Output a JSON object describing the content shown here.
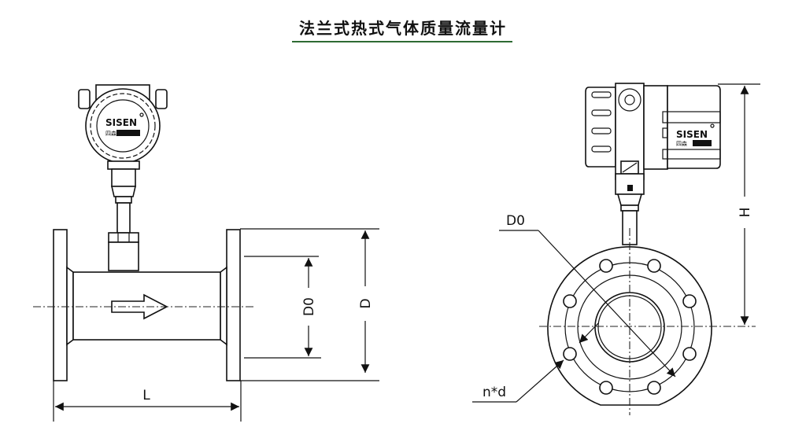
{
  "title": "法兰式热式气体质量流量计",
  "accent_color": "#2e6b33",
  "front_view": {
    "brand": "SISEN",
    "brand_sub": "四森",
    "dimensions": {
      "length": "L",
      "outer_diameter": "D",
      "inner_diameter": "D0"
    }
  },
  "side_view": {
    "brand": "SISEN",
    "brand_sub": "四森",
    "dimensions": {
      "height": "H",
      "inner_diameter": "D0",
      "bolt_holes": "n*d"
    }
  }
}
